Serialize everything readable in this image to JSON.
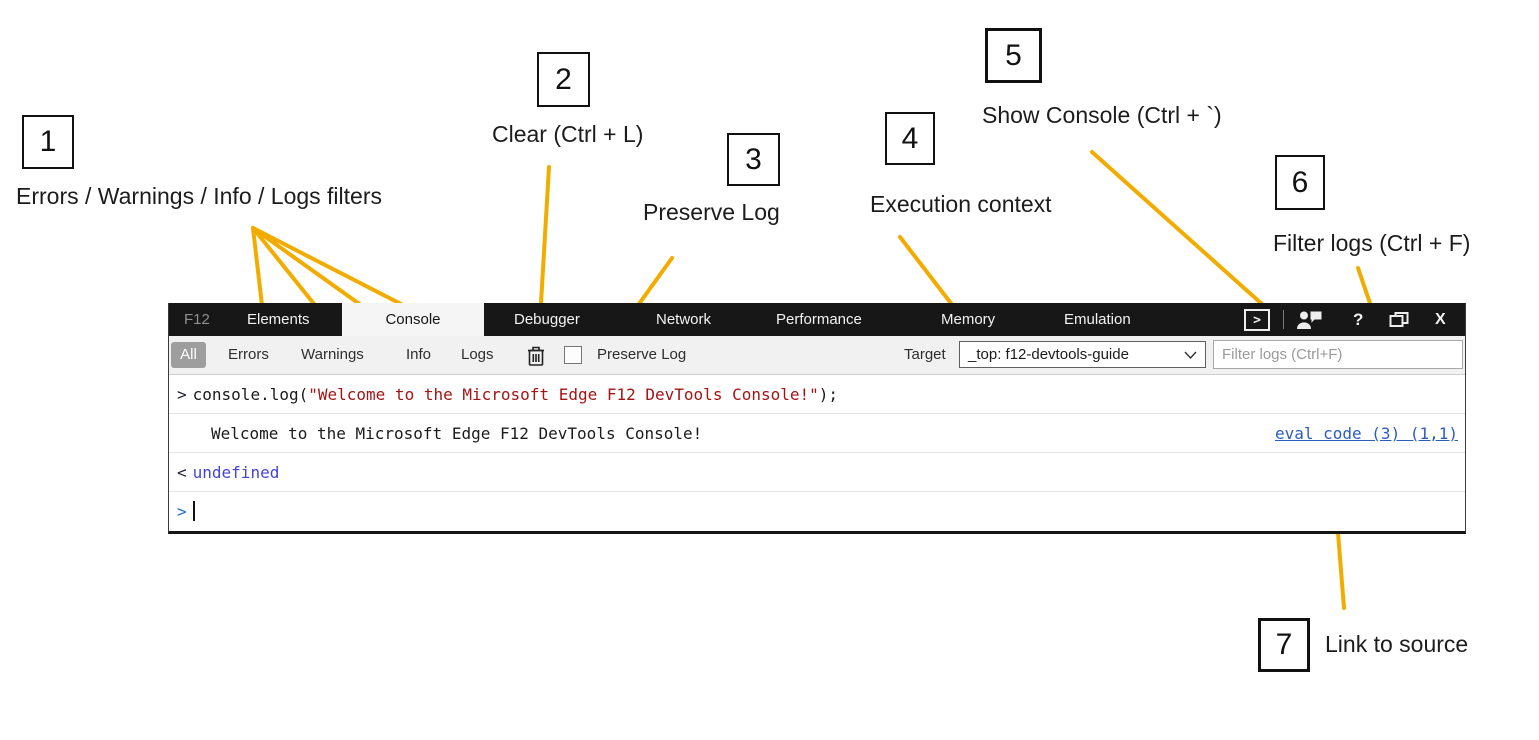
{
  "window": {
    "tabs": [
      {
        "label": "F12"
      },
      {
        "label": "Elements"
      },
      {
        "label": "Console",
        "active": true
      },
      {
        "label": "Debugger"
      },
      {
        "label": "Network"
      },
      {
        "label": "Performance"
      },
      {
        "label": "Memory"
      },
      {
        "label": "Emulation"
      }
    ],
    "titlebar": {
      "show_console_glyph": ">",
      "help_glyph": "?",
      "close_glyph": "X"
    },
    "toolbar": {
      "filters": [
        {
          "label": "All",
          "active": true
        },
        {
          "label": "Errors"
        },
        {
          "label": "Warnings"
        },
        {
          "label": "Info"
        },
        {
          "label": "Logs"
        }
      ],
      "preserve_log_label": "Preserve Log",
      "target_label": "Target",
      "target_value": "_top: f12-devtools-guide",
      "filter_placeholder": "Filter logs (Ctrl+F)"
    },
    "console": {
      "executed_line": {
        "prompt": ">",
        "code_before_string": "console.log(",
        "string_literal": "\"Welcome to the Microsoft Edge F12 DevTools Console!\"",
        "code_after_string": ");"
      },
      "log_output": {
        "text": "Welcome to the Microsoft Edge F12 DevTools Console!",
        "source_link": "eval code (3) (1,1)"
      },
      "result_line": {
        "marker": "<",
        "value": "undefined"
      },
      "input_line": {
        "prompt": ">"
      }
    }
  },
  "annotations": [
    {
      "num": "1",
      "label": "Errors / Warnings / Info / Logs filters"
    },
    {
      "num": "2",
      "label": "Clear (Ctrl + L)"
    },
    {
      "num": "3",
      "label": "Preserve Log"
    },
    {
      "num": "4",
      "label": "Execution context"
    },
    {
      "num": "5",
      "label": "Show Console (Ctrl + `)"
    },
    {
      "num": "6",
      "label": "Filter logs (Ctrl + F)"
    },
    {
      "num": "7",
      "label": "Link to source"
    }
  ],
  "icons": {
    "clear": "trash-icon",
    "preserve_log": "checkbox",
    "show_console": "boxed-chevron-right-icon",
    "feedback": "person-feedback-icon",
    "help": "question-mark-icon",
    "undock": "overlapping-windows-icon",
    "close": "close-x-icon",
    "target_dropdown": "chevron-down-icon"
  },
  "colors": {
    "callout_line": "#F2AC00",
    "code_string": "#A31515",
    "source_link": "#2B5DBE",
    "undefined_value": "#4343D9",
    "input_prompt": "#2369C4"
  }
}
